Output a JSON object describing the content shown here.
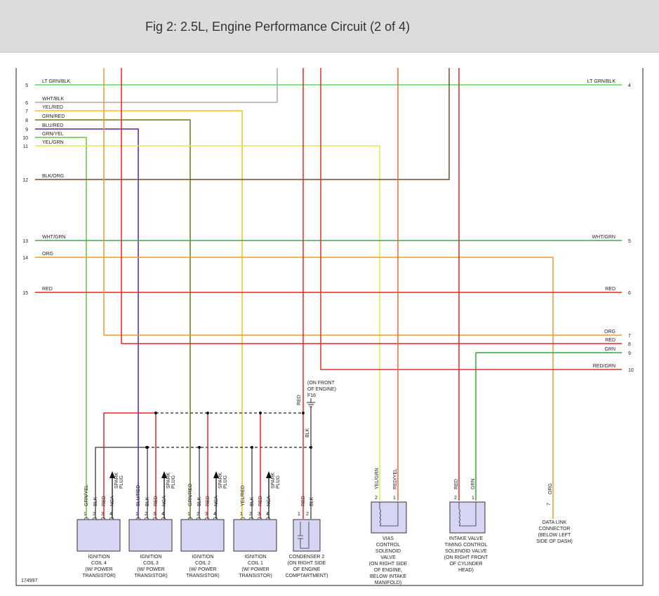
{
  "title": "Fig 2: 2.5L, Engine Performance Circuit (2 of 4)",
  "figure_id": "174997",
  "colors": {
    "ltgrnblk": "#55dd55",
    "whtblk": "#aaaaaa",
    "yelred": "#f0c020",
    "grnred": "#6b7a12",
    "blured": "#5522aa",
    "grnyel": "#6cc040",
    "yelgrn": "#e6e64a",
    "blkorg": "#7a4a28",
    "whtgrn": "#44aa44",
    "org": "#f09a30",
    "red": "#ee2222",
    "blk": "#555555",
    "grn": "#33aa33",
    "redgrn": "#dd3322",
    "redyel": "#ee6633",
    "component": "#d6d6f4"
  },
  "left_connector": [
    {
      "pin": "5",
      "label": "LT GRN/BLK"
    },
    {
      "pin": "6",
      "label": "WHT/BLK"
    },
    {
      "pin": "7",
      "label": "YEL/RED"
    },
    {
      "pin": "8",
      "label": "GRN/RED"
    },
    {
      "pin": "9",
      "label": "BLU/RED"
    },
    {
      "pin": "10",
      "label": "GRN/YEL"
    },
    {
      "pin": "11",
      "label": "YEL/GRN"
    },
    {
      "pin": "12",
      "label": "BLK/ORG"
    },
    {
      "pin": "13",
      "label": "WHT/GRN"
    },
    {
      "pin": "14",
      "label": "ORG"
    },
    {
      "pin": "15",
      "label": "RED"
    }
  ],
  "right_connector": [
    {
      "pin": "4",
      "label": "LT GRN/BLK"
    },
    {
      "pin": "5",
      "label": "WHT/GRN"
    },
    {
      "pin": "6",
      "label": "RED"
    },
    {
      "pin": "7",
      "label": "ORG"
    },
    {
      "pin": "8",
      "label": "RED"
    },
    {
      "pin": "9",
      "label": "GRN"
    },
    {
      "pin": "10",
      "label": "RED/GRN"
    }
  ],
  "ground": {
    "location_lines": [
      "(ON FRONT",
      "OF ENGINE)"
    ],
    "id": "F16",
    "wire_red": "RED",
    "wire_blk": "BLK"
  },
  "coils": [
    {
      "name": "coil4",
      "caption": [
        "IGNITION",
        "COIL 4",
        "(W/ POWER",
        "TRANSISTOR)"
      ],
      "wires": [
        "GRN/YEL",
        "BLK",
        "RED",
        "NCA"
      ],
      "pins": [
        "1",
        "2",
        "3",
        "4"
      ],
      "spark": [
        "SPARK",
        "PLUG"
      ]
    },
    {
      "name": "coil3",
      "caption": [
        "IGNITION",
        "COIL 3",
        "(W/ POWER",
        "TRANSISTOR)"
      ],
      "wires": [
        "BLU/RED",
        "BLK",
        "RED",
        "NCA"
      ],
      "pins": [
        "1",
        "2",
        "3",
        "4"
      ],
      "spark": [
        "SPARK",
        "PLUG"
      ]
    },
    {
      "name": "coil2",
      "caption": [
        "IGNITION",
        "COIL 2",
        "(W/ POWER",
        "TRANSISTOR)"
      ],
      "wires": [
        "GRN/RED",
        "BLK",
        "RED",
        "NCA"
      ],
      "pins": [
        "1",
        "2",
        "3",
        "4"
      ],
      "spark": [
        "SPARK",
        "PLUG"
      ]
    },
    {
      "name": "coil1",
      "caption": [
        "IGNITION",
        "COIL 1",
        "(W/ POWER",
        "TRANSISTOR)"
      ],
      "wires": [
        "YEL/RED",
        "BLK",
        "RED",
        "NCA"
      ],
      "pins": [
        "1",
        "2",
        "3",
        "4"
      ],
      "spark": [
        "SPARK",
        "PLUG"
      ]
    }
  ],
  "condenser": {
    "caption": [
      "CONDENSER 2",
      "(ON RIGHT SIDE",
      "OF ENGINE",
      "COMPTARTMENT)"
    ],
    "wires": [
      "RED",
      "BLK"
    ],
    "pins": [
      "1",
      "2"
    ]
  },
  "vias": {
    "caption": [
      "VIAS",
      "CONTROL",
      "SOLENOID",
      "VALVE",
      "(ON RIGHT SIDE",
      "OF ENGINE,",
      "BELOW INTAKE",
      "MANIFOLD)"
    ],
    "wires": [
      "YEL/GRN",
      "RED/YEL"
    ],
    "pins": [
      "2",
      "1"
    ]
  },
  "intake_valve": {
    "caption": [
      "INTAKE VALVE",
      "TIMING CONTROL",
      "SOLENOID VALVE",
      "(ON RIGHT FRONT",
      "OF CYLINDER",
      "HEAD)"
    ],
    "wires": [
      "RED",
      "GRN"
    ],
    "pins": [
      "2",
      "1"
    ]
  },
  "data_link": {
    "caption": [
      "DATA LINK",
      "CONNECTOR",
      "(BELOW LEFT",
      "SIDE OF DASH)"
    ],
    "wire": "ORG",
    "pin": "7"
  }
}
